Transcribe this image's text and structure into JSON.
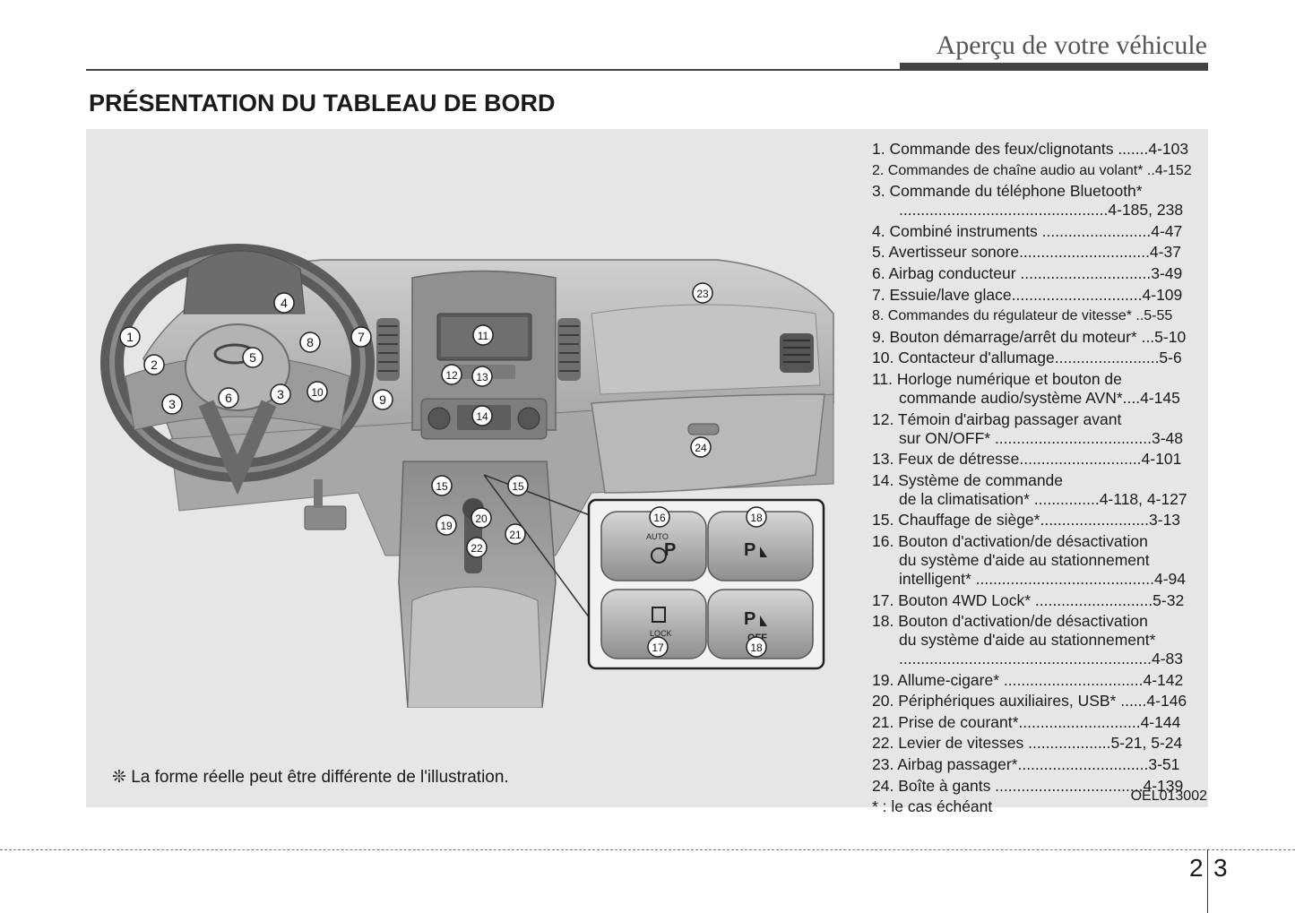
{
  "header": {
    "title": "Aperçu de votre véhicule"
  },
  "section": {
    "title": "PRÉSENTATION DU TABLEAU DE BORD"
  },
  "figure": {
    "note": "❊ La forme réelle peut être différente de l'illustration.",
    "code": "OEL013002",
    "callouts": [
      "1",
      "2",
      "3",
      "4",
      "5",
      "6",
      "3",
      "7",
      "8",
      "10",
      "9",
      "11",
      "12",
      "13",
      "14",
      "15",
      "15",
      "19",
      "20",
      "21",
      "22",
      "23",
      "24",
      "16",
      "18",
      "17",
      "18"
    ],
    "inset_labels": {
      "auto": "AUTO",
      "lock": "LOCK",
      "off": "OFF"
    }
  },
  "index": {
    "items": [
      {
        "line1": "1. Commande des feux/clignotants .......4-103"
      },
      {
        "line1": "2. Commandes de chaîne audio au volant* ..4-152",
        "small": true
      },
      {
        "line1": "3. Commande du téléphone Bluetooth*",
        "line2": "................................................4-185, 238"
      },
      {
        "line1": "4. Combiné instruments .........................4-47"
      },
      {
        "line1": "5. Avertisseur sonore..............................4-37"
      },
      {
        "line1": "6. Airbag conducteur ..............................3-49"
      },
      {
        "line1": "7. Essuie/lave glace..............................4-109"
      },
      {
        "line1": "8. Commandes du régulateur de vitesse* ..5-55",
        "small": true
      },
      {
        "line1": "9. Bouton démarrage/arrêt du moteur* ...5-10"
      },
      {
        "line1": "10. Contacteur d'allumage........................5-6"
      },
      {
        "line1": "11. Horloge numérique et bouton de",
        "line2": "commande audio/système AVN*....4-145"
      },
      {
        "line1": "12. Témoin d'airbag passager avant",
        "line2": "sur ON/OFF* ....................................3-48"
      },
      {
        "line1": "13. Feux de détresse............................4-101"
      },
      {
        "line1": "14. Système de commande",
        "line2": "de la climatisation* ...............4-118, 4-127"
      },
      {
        "line1": "15. Chauffage de siège*.........................3-13"
      },
      {
        "line1": "16. Bouton d'activation/de désactivation",
        "line2": "du système d'aide au stationnement",
        "line3": "intelligent* .........................................4-94"
      },
      {
        "line1": "17. Bouton 4WD Lock* ...........................5-32"
      },
      {
        "line1": "18. Bouton d'activation/de désactivation",
        "line2": "du système d'aide au stationnement*",
        "line3": "..........................................................4-83"
      },
      {
        "line1": "19. Allume-cigare* ................................4-142"
      },
      {
        "line1": "20. Périphériques auxiliaires, USB* ......4-146"
      },
      {
        "line1": "21. Prise de courant*............................4-144"
      },
      {
        "line1": "22. Levier de vitesses ...................5-21, 5-24"
      },
      {
        "line1": "23. Airbag passager*..............................3-51"
      },
      {
        "line1": "24. Boîte à gants ..................................4-139"
      }
    ],
    "footnote": "* : le cas échéant"
  },
  "page": {
    "left": "2",
    "right": "3"
  }
}
